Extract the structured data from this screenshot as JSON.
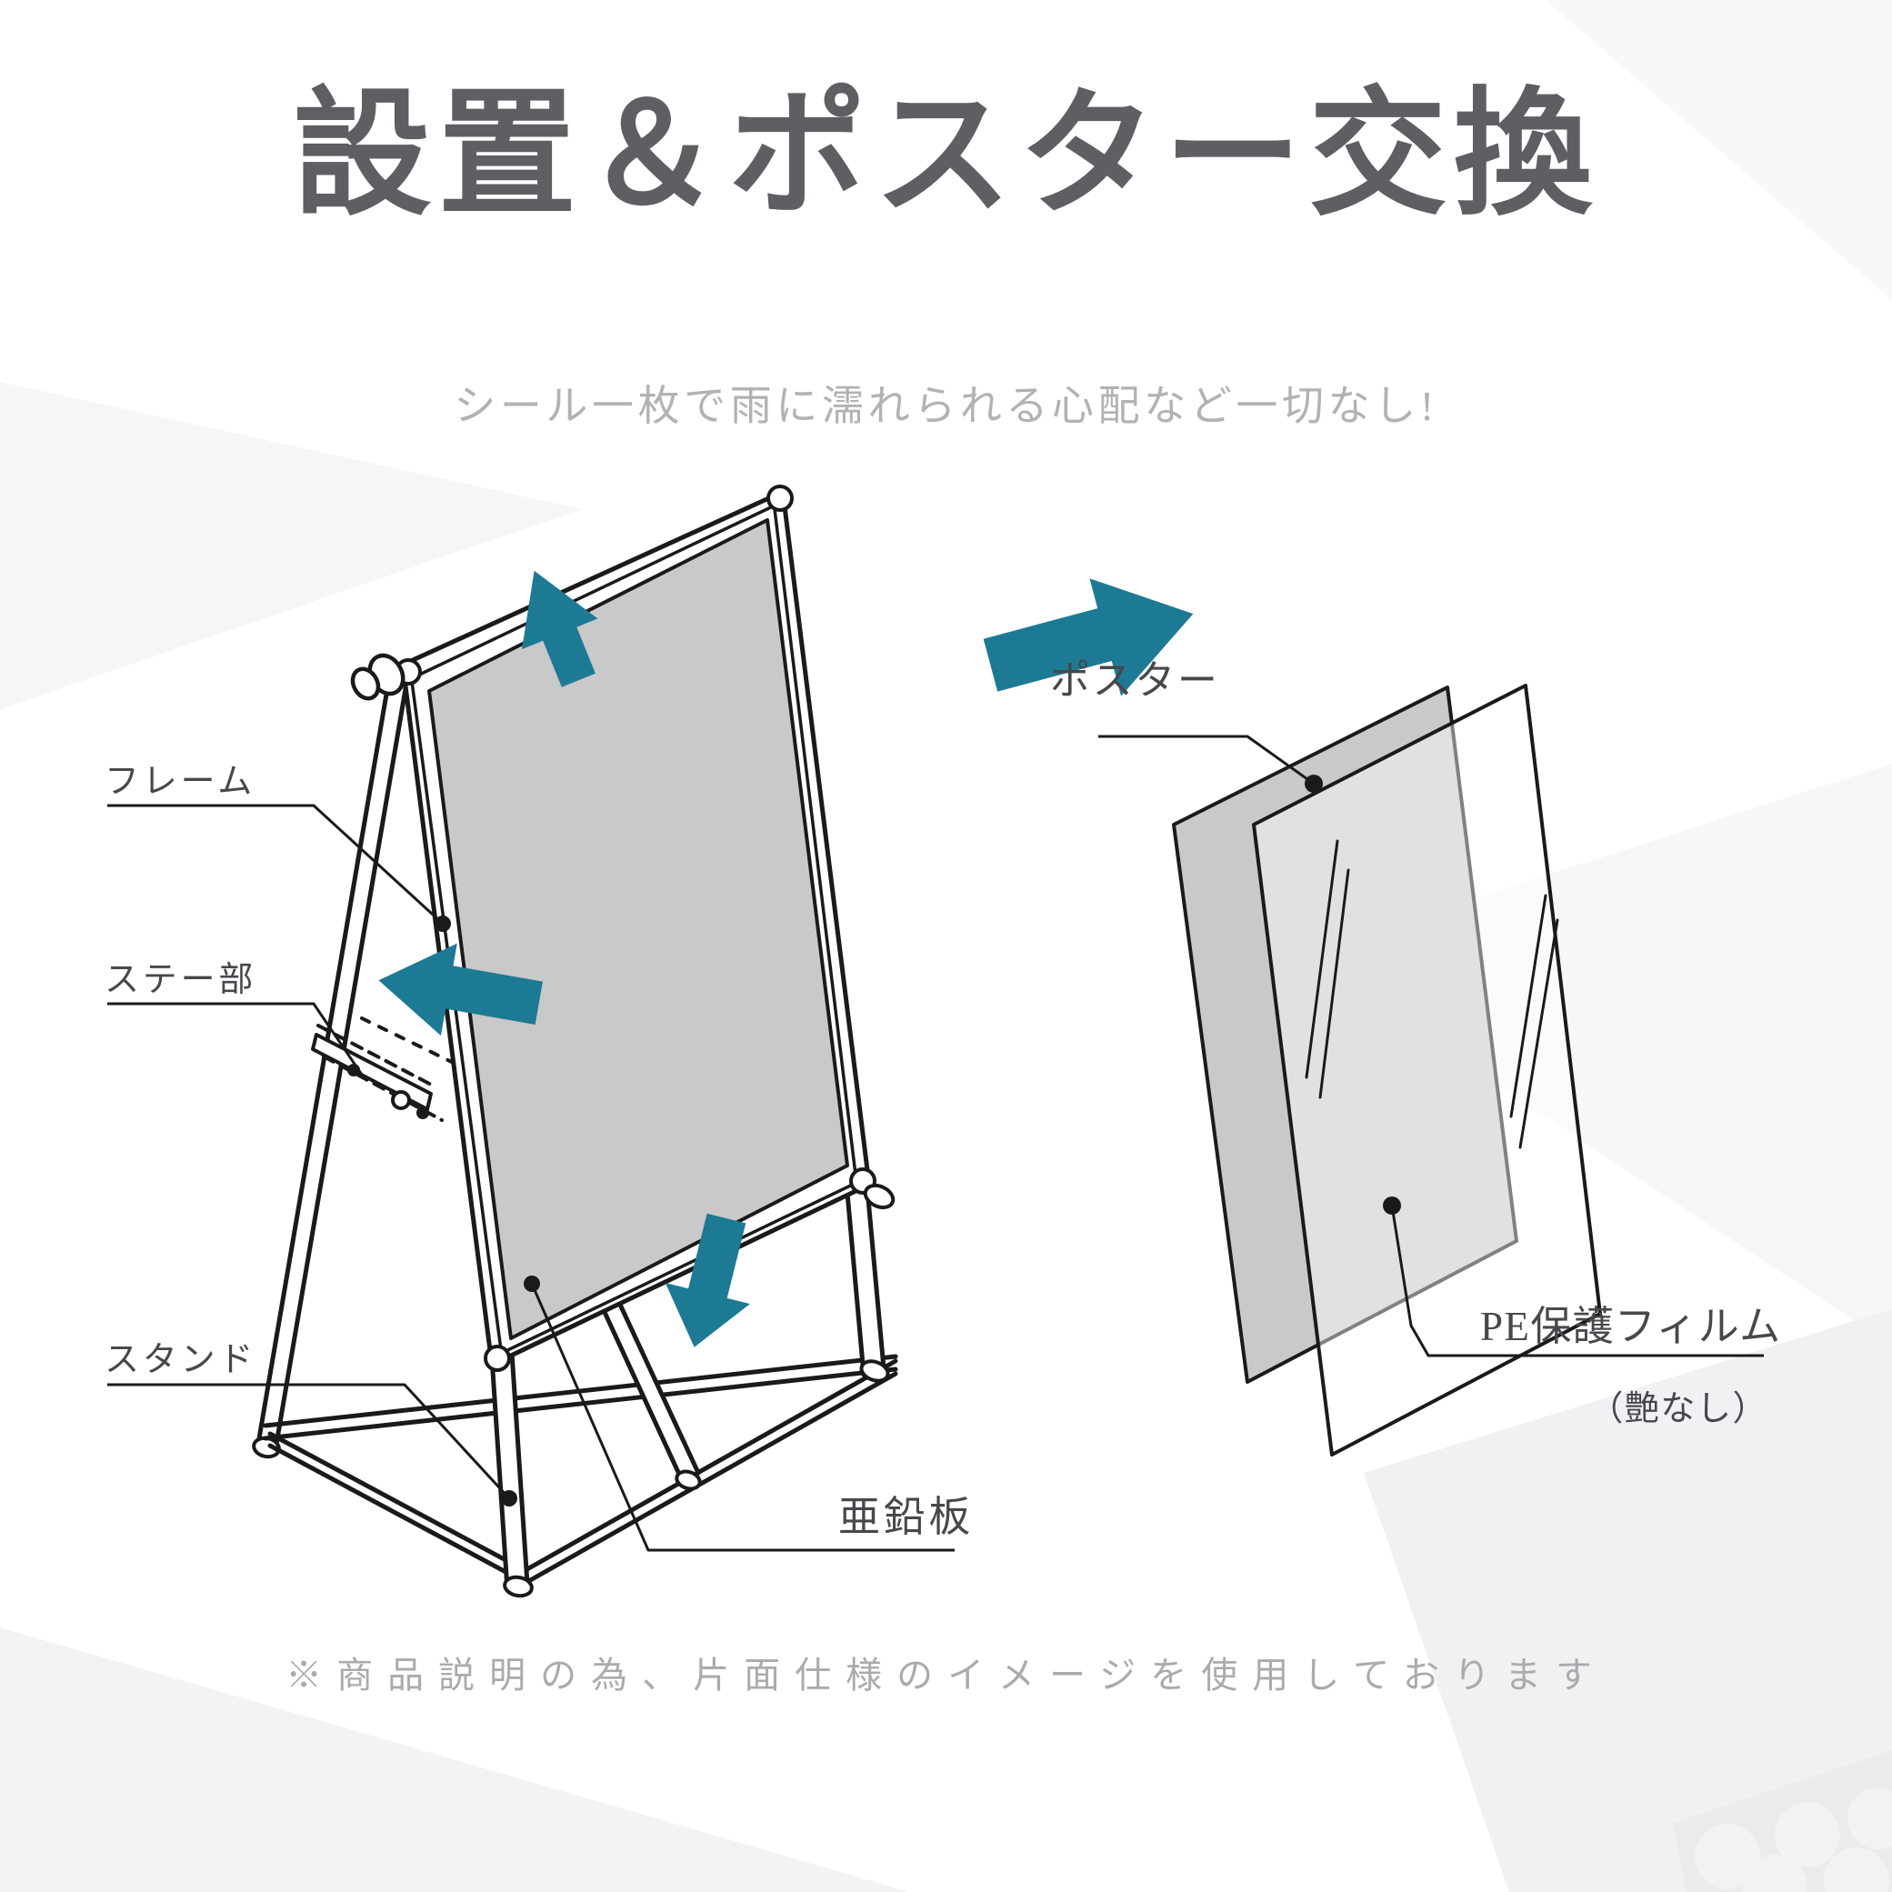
{
  "header": {
    "title": "設置＆ポスター交換",
    "subtitle": "シール一枚で雨に濡れられる心配など一切なし!"
  },
  "stand_diagram": {
    "labels": {
      "frame": "フレーム",
      "stay": "ステー部",
      "stand": "スタンド",
      "zinc_plate": "亜鉛板"
    },
    "arrows": [
      "arrow-up-icon",
      "arrow-right-icon",
      "arrow-left-icon",
      "arrow-down-icon"
    ]
  },
  "sheet_diagram": {
    "labels": {
      "poster": "ポスター",
      "pe_film": "PE保護フィルム",
      "pe_film_finish": "（艶なし）"
    }
  },
  "footer": {
    "note": "※商品説明の為、片面仕様のイメージを使用しております"
  },
  "colors": {
    "accent_teal": "#1d7a94",
    "panel_gray": "#c9c9c9",
    "line_black": "#1a1a1a",
    "title_gray": "#5d5f63",
    "subtitle_gray": "#b2b2b5",
    "label_gray": "#46484c",
    "note_gray": "#ababae"
  }
}
